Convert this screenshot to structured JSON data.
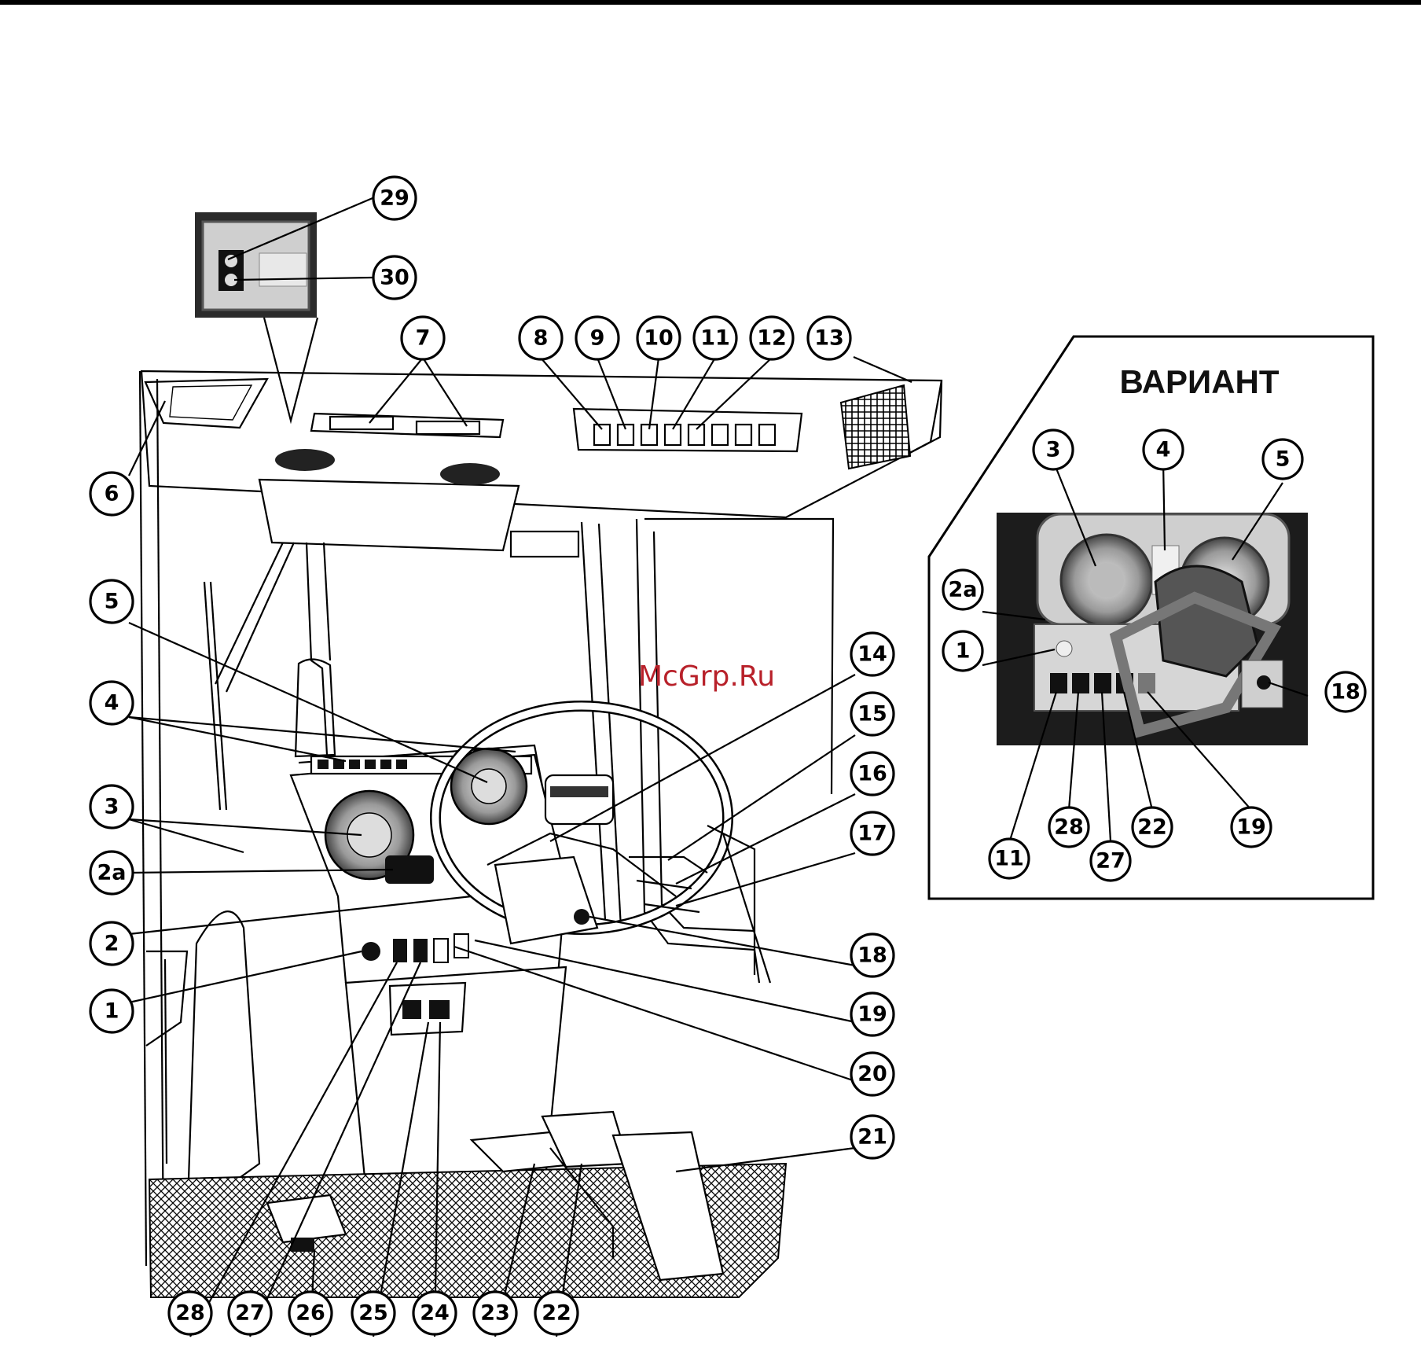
{
  "watermark": "McGrp.Ru",
  "variant_panel": {
    "title": "ВАРИАНТ"
  },
  "callouts": {
    "c1": "1",
    "c2": "2",
    "c2a": "2a",
    "c3": "3",
    "c4": "4",
    "c5": "5",
    "c6": "6",
    "c7": "7",
    "c8": "8",
    "c9": "9",
    "c10": "10",
    "c11": "11",
    "c12": "12",
    "c13": "13",
    "c14": "14",
    "c15": "15",
    "c16": "16",
    "c17": "17",
    "c18": "18",
    "c19": "19",
    "c20": "20",
    "c21": "21",
    "c22": "22",
    "c23": "23",
    "c24": "24",
    "c25": "25",
    "c26": "26",
    "c27": "27",
    "c28": "28",
    "c29": "29",
    "c30": "30"
  },
  "variant_callouts": {
    "v1": "1",
    "v2a": "2a",
    "v3": "3",
    "v4": "4",
    "v5": "5",
    "v11": "11",
    "v18": "18",
    "v19": "19",
    "v22": "22",
    "v27": "27",
    "v28": "28"
  }
}
